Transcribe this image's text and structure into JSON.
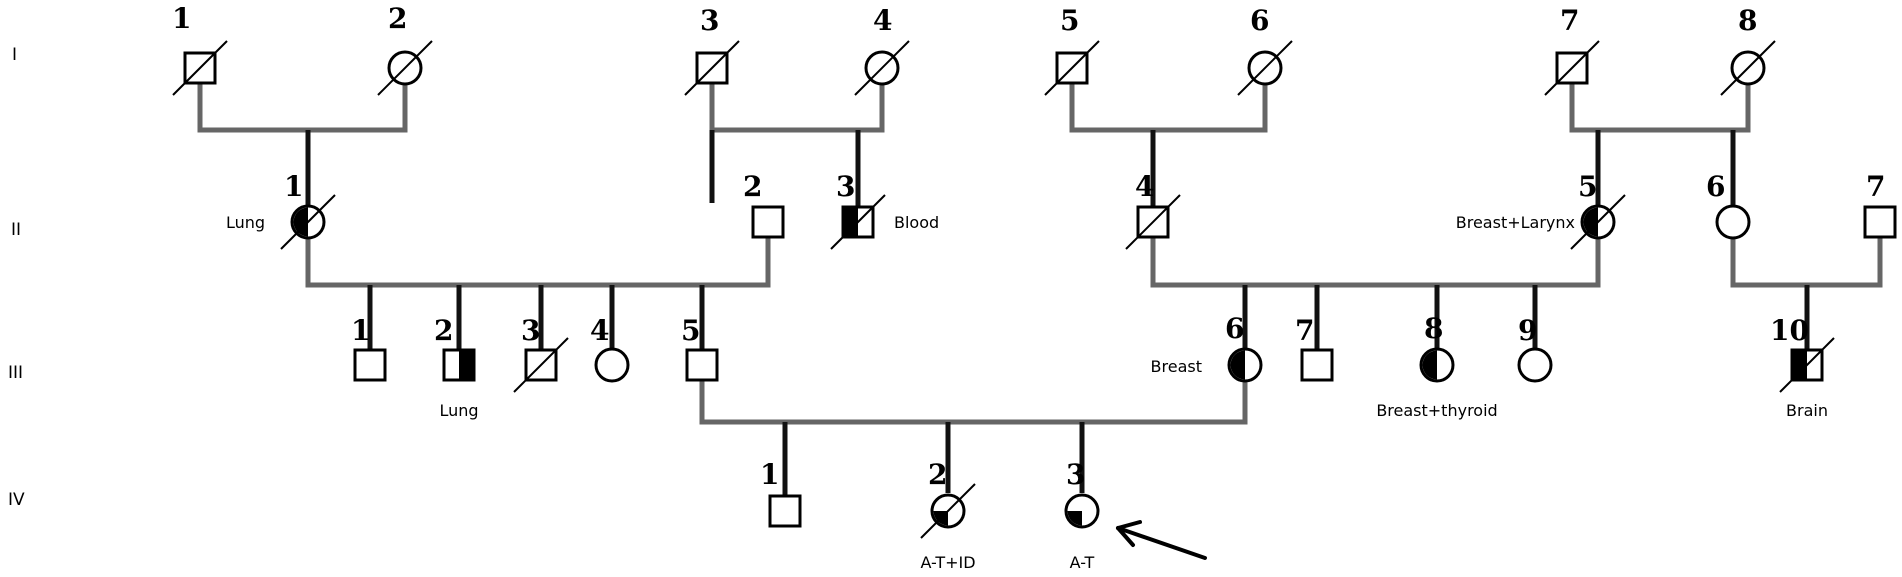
{
  "generations": [
    "I",
    "II",
    "III",
    "IV"
  ],
  "individuals": [
    {
      "id": "I-1",
      "gen": 0,
      "num": "1",
      "sex": "male",
      "deceased": true,
      "affected": false
    },
    {
      "id": "I-2",
      "gen": 0,
      "num": "2",
      "sex": "female",
      "deceased": true,
      "affected": false
    },
    {
      "id": "I-3",
      "gen": 0,
      "num": "3",
      "sex": "male",
      "deceased": true,
      "affected": false
    },
    {
      "id": "I-4",
      "gen": 0,
      "num": "4",
      "sex": "female",
      "deceased": true,
      "affected": false
    },
    {
      "id": "I-5",
      "gen": 0,
      "num": "5",
      "sex": "male",
      "deceased": true,
      "affected": false
    },
    {
      "id": "I-6",
      "gen": 0,
      "num": "6",
      "sex": "female",
      "deceased": true,
      "affected": false
    },
    {
      "id": "I-7",
      "gen": 0,
      "num": "7",
      "sex": "male",
      "deceased": true,
      "affected": false
    },
    {
      "id": "I-8",
      "gen": 0,
      "num": "8",
      "sex": "female",
      "deceased": true,
      "affected": false
    },
    {
      "id": "II-1",
      "gen": 1,
      "num": "1",
      "sex": "female",
      "deceased": true,
      "affected": true,
      "label": "Lung"
    },
    {
      "id": "II-2",
      "gen": 1,
      "num": "2",
      "sex": "male",
      "deceased": false,
      "affected": false
    },
    {
      "id": "II-3",
      "gen": 1,
      "num": "3",
      "sex": "male",
      "deceased": true,
      "affected": true,
      "label": "Blood"
    },
    {
      "id": "II-4",
      "gen": 1,
      "num": "4",
      "sex": "male",
      "deceased": true,
      "affected": false
    },
    {
      "id": "II-5",
      "gen": 1,
      "num": "5",
      "sex": "female",
      "deceased": true,
      "affected": true,
      "label": "Breast+Larynx"
    },
    {
      "id": "II-6",
      "gen": 1,
      "num": "6",
      "sex": "female",
      "deceased": false,
      "affected": false
    },
    {
      "id": "II-7",
      "gen": 1,
      "num": "7",
      "sex": "male",
      "deceased": false,
      "affected": false
    },
    {
      "id": "III-1",
      "gen": 2,
      "num": "1",
      "sex": "male",
      "deceased": false,
      "affected": false
    },
    {
      "id": "III-2",
      "gen": 2,
      "num": "2",
      "sex": "male",
      "deceased": false,
      "affected": true,
      "label": "Lung"
    },
    {
      "id": "III-3",
      "gen": 2,
      "num": "3",
      "sex": "male",
      "deceased": true,
      "affected": false
    },
    {
      "id": "III-4",
      "gen": 2,
      "num": "4",
      "sex": "female",
      "deceased": false,
      "affected": false
    },
    {
      "id": "III-5",
      "gen": 2,
      "num": "5",
      "sex": "male",
      "deceased": false,
      "affected": false
    },
    {
      "id": "III-6",
      "gen": 2,
      "num": "6",
      "sex": "female",
      "deceased": false,
      "affected": true,
      "label": "Breast"
    },
    {
      "id": "III-7",
      "gen": 2,
      "num": "7",
      "sex": "male",
      "deceased": false,
      "affected": false
    },
    {
      "id": "III-8",
      "gen": 2,
      "num": "8",
      "sex": "female",
      "deceased": false,
      "affected": true,
      "label": "Breast+thyroid"
    },
    {
      "id": "III-9",
      "gen": 2,
      "num": "9",
      "sex": "female",
      "deceased": false,
      "affected": false
    },
    {
      "id": "III-10",
      "gen": 2,
      "num": "10",
      "sex": "male",
      "deceased": true,
      "affected": true,
      "label": "Brain"
    },
    {
      "id": "IV-1",
      "gen": 3,
      "num": "1",
      "sex": "male",
      "deceased": false,
      "affected": false
    },
    {
      "id": "IV-2",
      "gen": 3,
      "num": "2",
      "sex": "female",
      "deceased": true,
      "affected": "quarter",
      "label": "A-T+ID"
    },
    {
      "id": "IV-3",
      "gen": 3,
      "num": "3",
      "sex": "female",
      "deceased": false,
      "affected": "quarter",
      "label": "A-T",
      "proband": true
    }
  ]
}
